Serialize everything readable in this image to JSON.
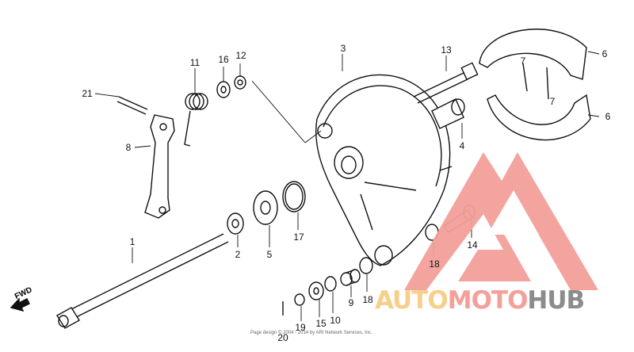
{
  "diagram": {
    "part_labels": {
      "p1": "1",
      "p2": "2",
      "p3": "3",
      "p4": "4",
      "p5": "5",
      "p6a": "6",
      "p6b": "6",
      "p7a": "7",
      "p7b": "7",
      "p8": "8",
      "p9": "9",
      "p10": "10",
      "p11": "11",
      "p12": "12",
      "p13": "13",
      "p14": "14",
      "p15": "15",
      "p16": "16",
      "p17": "17",
      "p18a": "18",
      "p18b": "18",
      "p19": "19",
      "p20": "20",
      "p21": "21"
    },
    "direction_label": "FWD",
    "footer": "Page design © 2004 - 2014 by ARI Network Services, Inc."
  },
  "watermark": {
    "part1": "AUTO",
    "part2": "MOTO",
    "part3": "HUB",
    "colors": {
      "auto": "#f8cf8a",
      "moto": "#f4a09a",
      "hub": "#8c8c8c",
      "logo": "#f4a09a"
    }
  }
}
